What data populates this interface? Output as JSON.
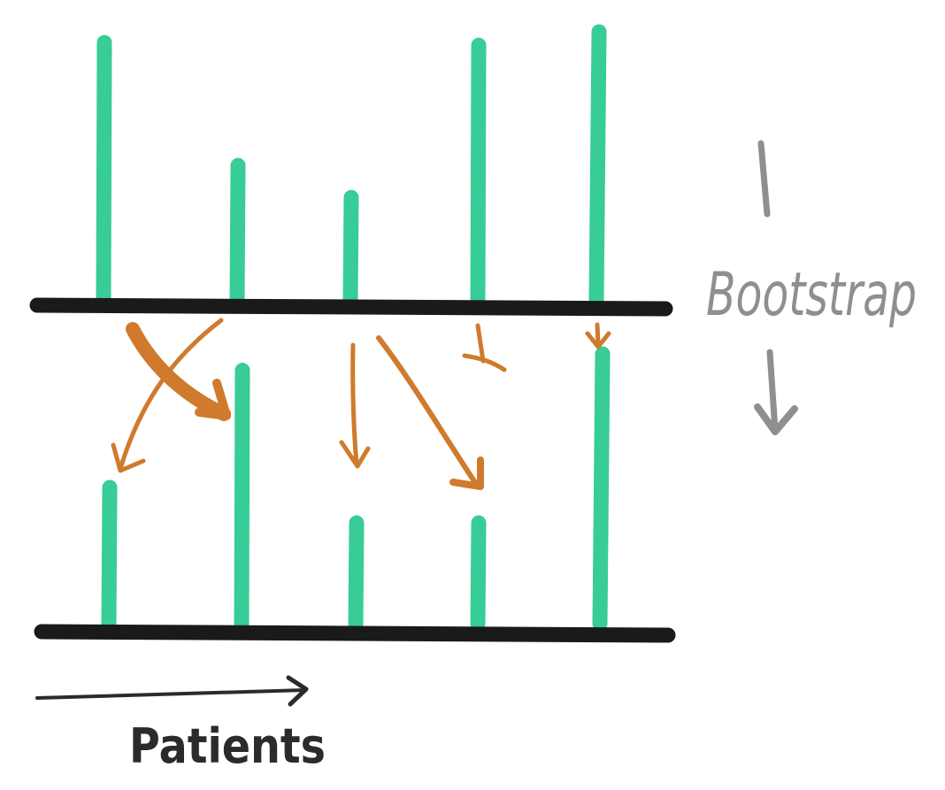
{
  "colors": {
    "bar": "#38CC97",
    "baseline": "#1a1a1a",
    "resample_arrow": "#D07A2D",
    "bootstrap": "#8f8f8f",
    "patients": "#2b2b2b"
  },
  "labels": {
    "bootstrap": "Bootstrap",
    "patients": "Patients"
  },
  "original_sample": {
    "values": [
      0.96,
      0.5,
      0.38,
      0.95,
      1.0
    ]
  },
  "bootstrap_sample": {
    "values": [
      0.5,
      0.93,
      0.37,
      0.37,
      0.99
    ]
  },
  "resampling": [
    {
      "from": 1,
      "to": 0,
      "style": "thin"
    },
    {
      "from": 0,
      "to": 1,
      "style": "thick"
    },
    {
      "from": 2,
      "to": 2,
      "style": "thin"
    },
    {
      "from": 2,
      "to": 3,
      "style": "thick"
    },
    {
      "from": 3,
      "to": null,
      "style": "crossed-out"
    },
    {
      "from": 4,
      "to": 4,
      "style": "short"
    }
  ]
}
